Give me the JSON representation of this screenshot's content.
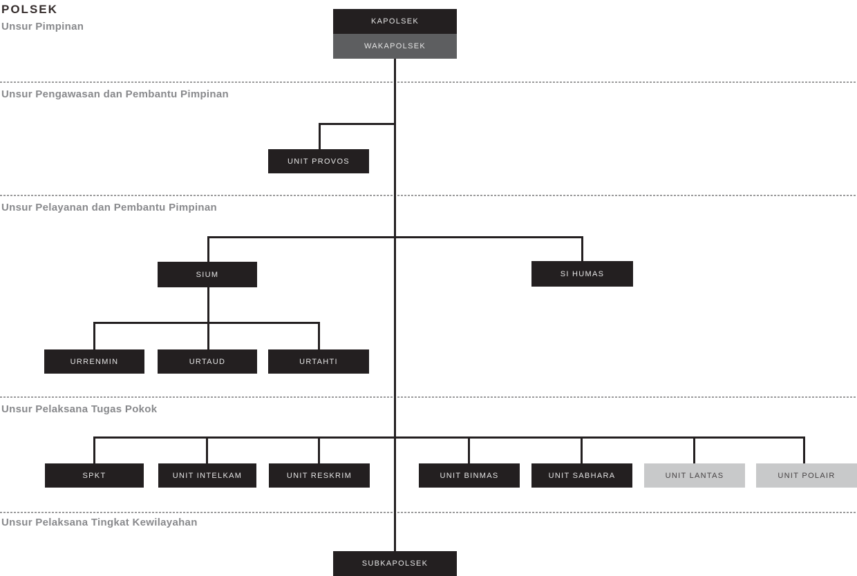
{
  "title": "POLSEK",
  "sections": [
    {
      "label": "Unsur Pimpinan"
    },
    {
      "label": "Unsur Pengawasan dan Pembantu Pimpinan"
    },
    {
      "label": "Unsur Pelayanan dan Pembantu Pimpinan"
    },
    {
      "label": "Unsur Pelaksana Tugas Pokok"
    },
    {
      "label": "Unsur Pelaksana Tingkat Kewilayahan"
    }
  ],
  "nodes": {
    "kapolsek": {
      "label": "KAPOLSEK",
      "variant": "dark",
      "section": "Unsur Pimpinan",
      "parent": null
    },
    "wakapolsek": {
      "label": "WAKAPOLSEK",
      "variant": "gray",
      "section": "Unsur Pimpinan",
      "parent": "kapolsek"
    },
    "unit_provos": {
      "label": "UNIT PROVOS",
      "variant": "dark",
      "section": "Unsur Pengawasan dan Pembantu Pimpinan",
      "parent": "kapolsek"
    },
    "sium": {
      "label": "SIUM",
      "variant": "dark",
      "section": "Unsur Pelayanan dan Pembantu Pimpinan",
      "parent": "kapolsek"
    },
    "si_humas": {
      "label": "SI HUMAS",
      "variant": "dark",
      "section": "Unsur Pelayanan dan Pembantu Pimpinan",
      "parent": "kapolsek"
    },
    "urrenmin": {
      "label": "URRENMIN",
      "variant": "dark",
      "section": "Unsur Pelayanan dan Pembantu Pimpinan",
      "parent": "sium"
    },
    "urtaud": {
      "label": "URTAUD",
      "variant": "dark",
      "section": "Unsur Pelayanan dan Pembantu Pimpinan",
      "parent": "sium"
    },
    "urtahti": {
      "label": "URTAHTI",
      "variant": "dark",
      "section": "Unsur Pelayanan dan Pembantu Pimpinan",
      "parent": "sium"
    },
    "spkt": {
      "label": "SPKT",
      "variant": "dark",
      "section": "Unsur Pelaksana Tugas Pokok",
      "parent": "kapolsek"
    },
    "unit_intelkam": {
      "label": "UNIT INTELKAM",
      "variant": "dark",
      "section": "Unsur Pelaksana Tugas Pokok",
      "parent": "kapolsek"
    },
    "unit_reskrim": {
      "label": "UNIT RESKRIM",
      "variant": "dark",
      "section": "Unsur Pelaksana Tugas Pokok",
      "parent": "kapolsek"
    },
    "unit_binmas": {
      "label": "UNIT BINMAS",
      "variant": "dark",
      "section": "Unsur Pelaksana Tugas Pokok",
      "parent": "kapolsek"
    },
    "unit_sabhara": {
      "label": "UNIT SABHARA",
      "variant": "dark",
      "section": "Unsur Pelaksana Tugas Pokok",
      "parent": "kapolsek"
    },
    "unit_lantas": {
      "label": "UNIT LANTAS",
      "variant": "light",
      "section": "Unsur Pelaksana Tugas Pokok",
      "parent": "kapolsek"
    },
    "unit_polair": {
      "label": "UNIT POLAIR",
      "variant": "light",
      "section": "Unsur Pelaksana Tugas Pokok",
      "parent": "kapolsek"
    },
    "subkapolsek": {
      "label": "SUBKAPOLSEK",
      "variant": "dark",
      "section": "Unsur Pelaksana Tingkat Kewilayahan",
      "parent": "kapolsek"
    }
  },
  "colors": {
    "background": "#ffffff",
    "node_dark": "#231f20",
    "node_gray": "#5d5e60",
    "node_light": "#c8c9ca",
    "node_text_on_dark": "#e6e6e6",
    "node_text_on_light": "#454142",
    "section_label": "#88898c",
    "divider_dash": "#9a9a9b",
    "connector": "#231f20",
    "title_text": "#342c2b"
  }
}
